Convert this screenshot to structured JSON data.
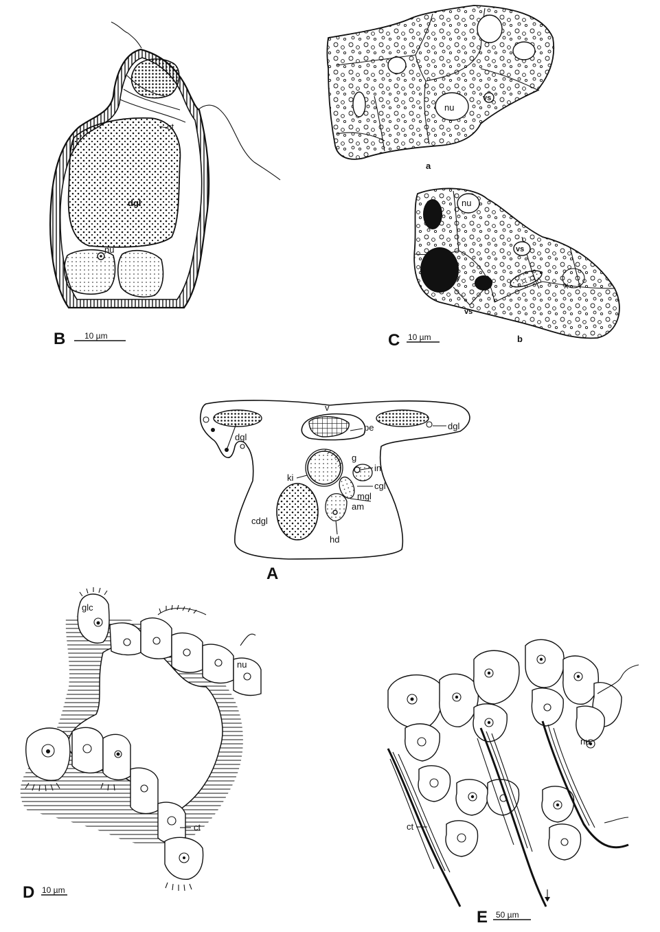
{
  "figure": {
    "panels": {
      "A": {
        "letter": "A",
        "labels": {
          "v": "v",
          "pe": "pe",
          "dgl_left": "dgl",
          "dgl_right": "dgl",
          "ki": "ki",
          "g": "g",
          "in": "in",
          "cgl": "cgl",
          "mgl": "mgl",
          "cdgl": "cdgl",
          "am": "am",
          "hd": "hd"
        }
      },
      "B": {
        "letter": "B",
        "scale": "10 µm",
        "labels": {
          "ct": "ct",
          "dgl": "dgl",
          "nu": "nu"
        }
      },
      "C": {
        "letter": "C",
        "scale": "10 µm",
        "sub_a": "a",
        "sub_b": "b",
        "labels": {
          "nu_a": "nu",
          "vs_a": "vs",
          "nu_b": "nu",
          "vs_b": "vs",
          "vs_b2": "vs",
          "y": "y",
          "x": "x"
        }
      },
      "D": {
        "letter": "D",
        "scale": "10 µm",
        "labels": {
          "glc": "glc",
          "nu": "nu",
          "ct": "ct"
        }
      },
      "E": {
        "letter": "E",
        "scale": "50 µm",
        "labels": {
          "ct": "ct",
          "nu": "nu"
        }
      }
    }
  }
}
